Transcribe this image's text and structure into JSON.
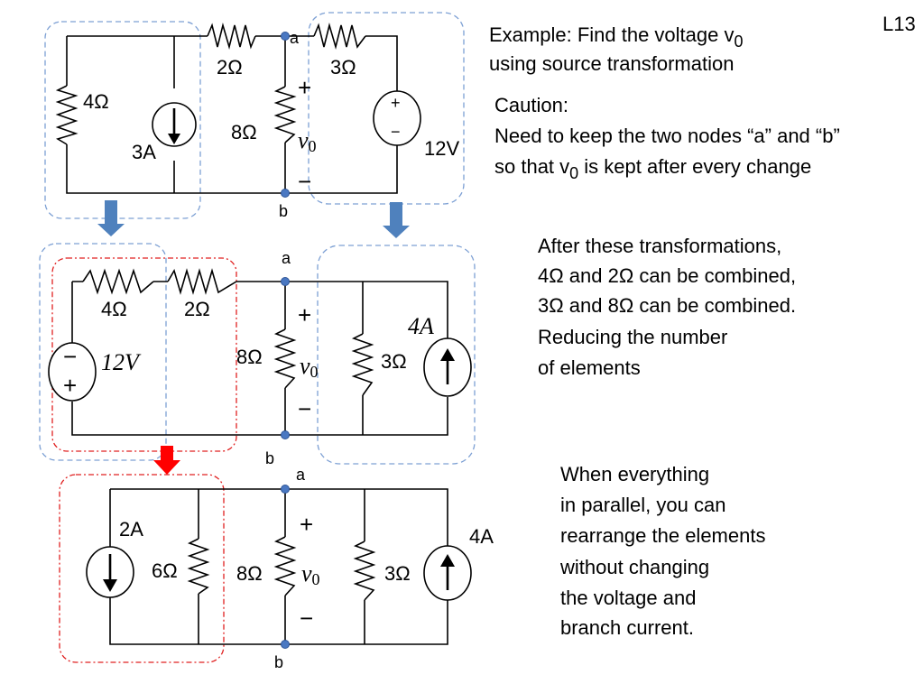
{
  "slide_number": "L13",
  "example": {
    "line1": "Example:  Find the voltage v",
    "line1_sub": "0",
    "line2": "using source transformation"
  },
  "caution": {
    "title": "Caution:",
    "line1": "Need to keep the two nodes “a” and “b”",
    "line2_pre": "so that v",
    "line2_sub": "0",
    "line2_post": "  is kept after every change"
  },
  "after_transform": {
    "lines": [
      "After these transformations,",
      "4Ω and 2Ω can be combined,",
      "3Ω and 8Ω can be combined.",
      "Reducing the number",
      "of elements"
    ]
  },
  "parallel_note": {
    "lines": [
      "When everything",
      "in parallel, you can",
      "rearrange the elements",
      "without changing",
      "the voltage and",
      "branch current."
    ]
  },
  "circuit1": {
    "r_left": "4Ω",
    "r_series1": "2Ω",
    "r_series2": "3Ω",
    "r_mid": "8Ω",
    "i_source": "3A",
    "v_source": "12V",
    "node_a": "a",
    "node_b": "b",
    "v_label": "v",
    "v_sub": "0",
    "plus": "+",
    "minus": "−"
  },
  "circuit2": {
    "r_top1": "4Ω",
    "r_top2": "2Ω",
    "r_mid": "8Ω",
    "r_right": "3Ω",
    "v_source": "12V",
    "i_source": "4A",
    "node_a": "a",
    "node_b": "b",
    "v_label": "v",
    "v_sub": "0",
    "plus": "+",
    "minus": "−"
  },
  "circuit3": {
    "i_left": "2A",
    "r_left": "6Ω",
    "r_mid": "8Ω",
    "r_right": "3Ω",
    "i_right": "4A",
    "node_a": "a",
    "node_b": "b",
    "v_label": "v",
    "v_sub": "0",
    "plus": "+",
    "minus": "−"
  },
  "colors": {
    "node": "#4a78c2",
    "blue_box": "#7da0d4",
    "red_box": "#e02020",
    "down_arrow_blue": "#4f81bd",
    "down_arrow_red": "#ff0000"
  }
}
